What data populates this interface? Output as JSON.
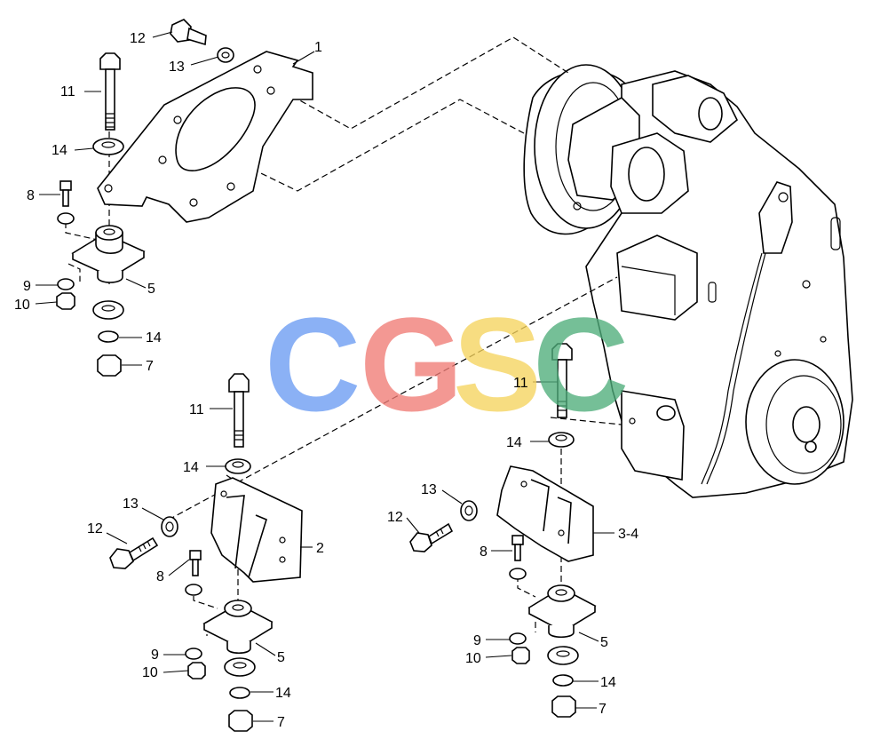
{
  "watermark": {
    "letters": [
      "C",
      "G",
      "S",
      "C"
    ],
    "colors": [
      "#6b9cf3",
      "#f07c76",
      "#f6d45e",
      "#4fae7b"
    ]
  },
  "callouts": [
    "1",
    "12",
    "13",
    "11",
    "14",
    "8",
    "9",
    "10",
    "5",
    "14",
    "7",
    "11",
    "14",
    "13",
    "12",
    "2",
    "8",
    "9",
    "10",
    "5",
    "14",
    "7",
    "11",
    "14",
    "13",
    "12",
    "3-4",
    "8",
    "9",
    "10",
    "5",
    "14",
    "7"
  ]
}
